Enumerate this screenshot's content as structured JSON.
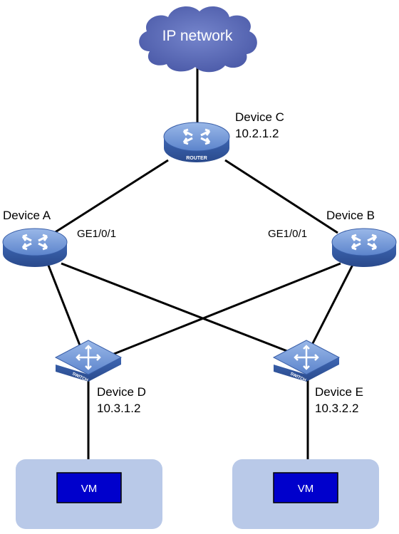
{
  "cloud": {
    "label": "IP network",
    "color": "#5a6ab8"
  },
  "devices": {
    "c": {
      "name": "Device C",
      "ip": "10.2.1.2",
      "type_label": "ROUTER",
      "icon": "router-icon"
    },
    "a": {
      "name": "Device A",
      "icon": "l3-switch-icon"
    },
    "b": {
      "name": "Device B",
      "icon": "l3-switch-icon"
    },
    "d": {
      "name": "Device D",
      "ip": "10.3.1.2",
      "type_label": "SWITCH",
      "icon": "switch-icon"
    },
    "e": {
      "name": "Device E",
      "ip": "10.3.2.2",
      "type_label": "SWITCH",
      "icon": "switch-icon"
    }
  },
  "ports": {
    "a": "GE1/0/1",
    "b": "GE1/0/1"
  },
  "hosts": [
    {
      "label": "VM"
    },
    {
      "label": "VM"
    }
  ],
  "colors": {
    "device_body": "#4a76c4",
    "device_top": "#7fa3dd",
    "host_bg": "#b9c9e8",
    "vm_fill": "#0000cc",
    "link": "#000000"
  }
}
